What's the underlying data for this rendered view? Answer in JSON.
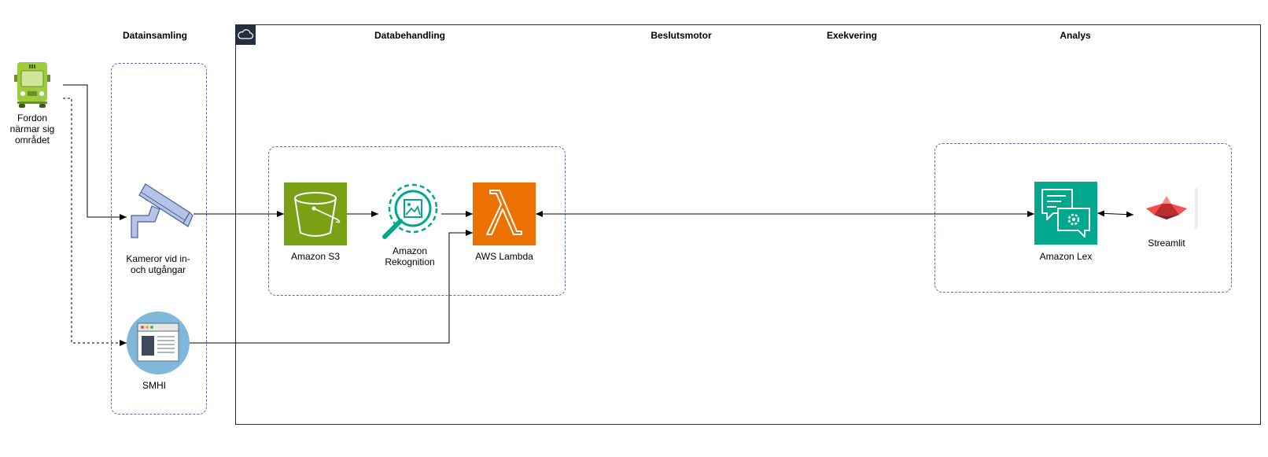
{
  "headers": {
    "datainsamling": "Datainsamling",
    "databehandling": "Databehandling",
    "beslutsmotor": "Beslutsmotor",
    "exekvering": "Exekvering",
    "analys": "Analys"
  },
  "nodes": {
    "vehicle": "Fordon\nnärmar sig\nområdet",
    "camera": "Kameror vid in-\noch utgångar",
    "smhi": "SMHI",
    "s3": "Amazon S3",
    "rekognition": "Amazon\nRekognition",
    "lambda": "AWS Lambda",
    "lex": "Amazon Lex",
    "streamlit": "Streamlit"
  },
  "icons": {
    "cloud": "aws-cloud-icon",
    "vehicle": "truck-icon",
    "camera": "security-camera-icon",
    "smhi": "browser-window-icon",
    "s3": "s3-bucket-icon",
    "rekognition": "rekognition-magnifier-icon",
    "lambda": "lambda-icon",
    "lex": "lex-chat-icon",
    "streamlit": "streamlit-logo-icon"
  },
  "colors": {
    "s3": "#7aa116",
    "rekognition": "#01a88d",
    "lambda": "#ed7100",
    "lex": "#01a88d",
    "smhi_circle": "#7fb8d8",
    "vehicle": "#9ccc3c",
    "camera": "#b5c4e6",
    "streamlit": "#ff4b4b",
    "dashed_group": "#5a6bb0",
    "cloud_border": "#232f3e"
  }
}
